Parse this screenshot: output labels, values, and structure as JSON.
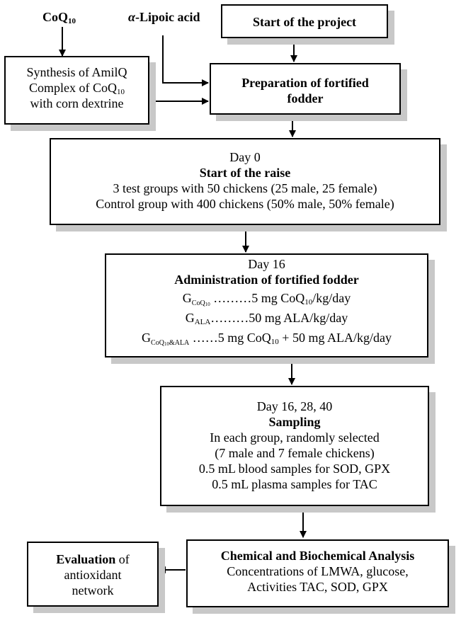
{
  "labels": {
    "coq10": {
      "main": "CoQ",
      "sub": "10"
    },
    "lipoic": {
      "alpha": "α",
      "rest": "-Lipoic acid"
    }
  },
  "start_box": "Start of the project",
  "synthesis_box": {
    "line1": "Synthesis of AmilQ",
    "line2_pre": "Complex of CoQ",
    "line2_sub": "10",
    "line3": "with corn dextrine"
  },
  "prep_box": {
    "line1": "Preparation of fortified",
    "line2": "fodder"
  },
  "day0_box": {
    "day": "Day 0",
    "title": "Start of the raise",
    "line1": "3 test groups with 50 chickens (25 male, 25 female)",
    "line2": "Control group with 400 chickens (50% male, 50% female)"
  },
  "day16_box": {
    "day": "Day 16",
    "title": "Administration of fortified fodder",
    "row1": {
      "g": "G",
      "gsub": "CoQ",
      "gsub2": "10",
      "dots": " ………5 mg CoQ",
      "sub": "10",
      "rest": "/kg/day"
    },
    "row2": {
      "g": "G",
      "gsub": "ALA",
      "rest": "………50 mg ALA/kg/day"
    },
    "row3": {
      "g": "G",
      "gsub": "CoQ",
      "gsub2": "10",
      "gsub3": "&ALA",
      "dots": " ……5 mg CoQ",
      "sub": "10",
      "rest": " + 50 mg ALA/kg/day"
    }
  },
  "sampling_box": {
    "day": "Day 16, 28, 40",
    "title": "Sampling",
    "line1": "In each group, randomly selected",
    "line2": "(7 male and 7 female chickens)",
    "line3": "0.5 mL blood samples for SOD, GPX",
    "line4": "0.5 mL plasma samples for TAC"
  },
  "analysis_box": {
    "title": "Chemical and Biochemical Analysis",
    "line1": "Concentrations of LMWA, glucose,",
    "line2": "Activities TAC, SOD, GPX"
  },
  "evaluation_box": {
    "bold": "Evaluation",
    "rest": " of",
    "line2": "antioxidant",
    "line3": "network"
  }
}
